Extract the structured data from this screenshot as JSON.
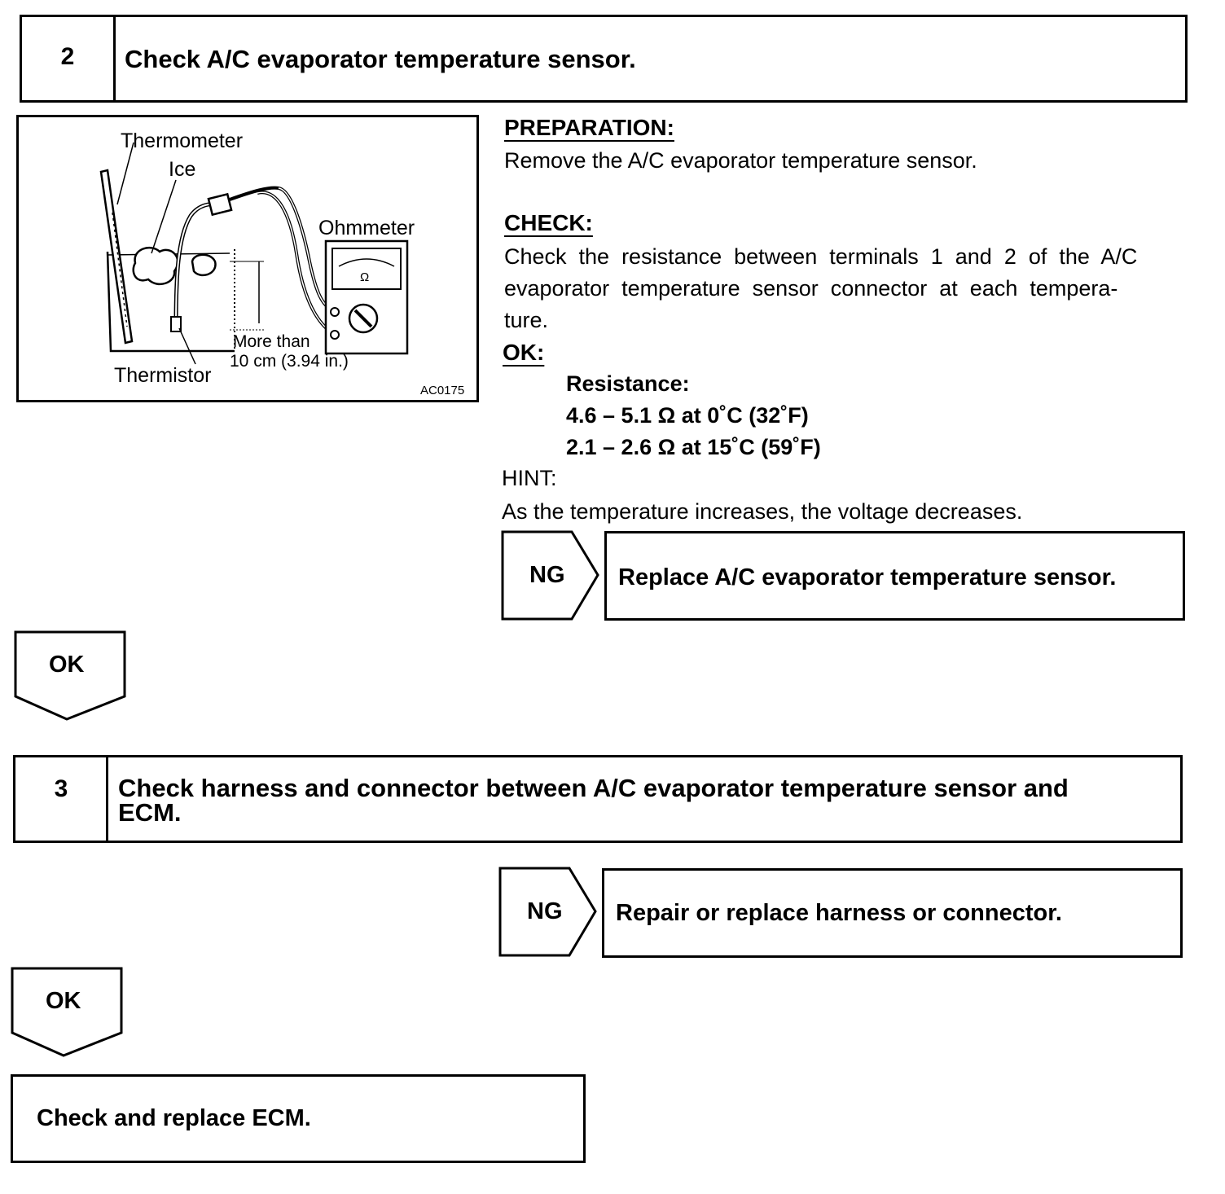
{
  "step2": {
    "number": "2",
    "title": "Check A/C evaporator temperature sensor."
  },
  "figure": {
    "thermometer": "Thermometer",
    "ice": "Ice",
    "ohmmeter": "Ohmmeter",
    "omega": "Ω",
    "distance_line1": "More than",
    "distance_line2": "10 cm (3.94 in.)",
    "thermistor": "Thermistor",
    "code": "AC0175"
  },
  "preparation": {
    "label": "PREPARATION:",
    "text": "Remove the A/C evaporator temperature sensor."
  },
  "check": {
    "label": "CHECK:",
    "line1": "Check  the  resistance  between  terminals  1  and  2  of  the  A/C",
    "line2": "evaporator  temperature  sensor  connector  at  each  tempera-",
    "line3": "ture."
  },
  "ok_spec": {
    "label": "OK:",
    "resistance_label": "Resistance:",
    "value1": "4.6 – 5.1 Ω at 0˚C (32˚F)",
    "value2": "2.1 – 2.6 Ω at 15˚C (59˚F)"
  },
  "hint": {
    "label": "HINT:",
    "text": "As the temperature increases, the voltage decreases."
  },
  "ng1": {
    "tag": "NG",
    "action": "Replace A/C evaporator temperature sensor."
  },
  "ok1": "OK",
  "step3": {
    "number": "3",
    "title_line1": "Check harness and connector between A/C evaporator temperature sensor and",
    "title_line2": "ECM."
  },
  "ng2": {
    "tag": "NG",
    "action": "Repair or replace harness or connector."
  },
  "ok2": "OK",
  "final": {
    "action": "Check and replace ECM."
  }
}
